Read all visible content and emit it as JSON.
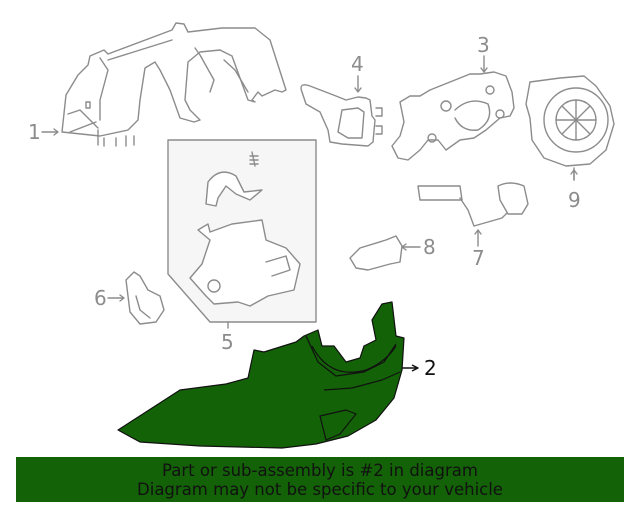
{
  "diagram": {
    "title": "Steering column cover assembly parts diagram",
    "highlight_color": "#136207",
    "line_color": "#8c8c8c",
    "highlighted_part": "2",
    "callouts": [
      {
        "id": "1",
        "label": "1",
        "part": "upper-column-cover"
      },
      {
        "id": "2",
        "label": "2",
        "part": "lower-column-cover"
      },
      {
        "id": "3",
        "label": "3",
        "part": "ignition-switch-housing"
      },
      {
        "id": "4",
        "label": "4",
        "part": "turn-signal-switch"
      },
      {
        "id": "5",
        "label": "5",
        "part": "lock-housing-kit"
      },
      {
        "id": "6",
        "label": "6",
        "part": "sensor"
      },
      {
        "id": "7",
        "label": "7",
        "part": "wiring-harness"
      },
      {
        "id": "8",
        "label": "8",
        "part": "lock-cylinder"
      },
      {
        "id": "9",
        "label": "9",
        "part": "clockspring"
      }
    ]
  },
  "banner": {
    "line1": "Part or sub-assembly is #2 in diagram",
    "line2": "Diagram may not be specific to your vehicle",
    "background": "#136207"
  }
}
